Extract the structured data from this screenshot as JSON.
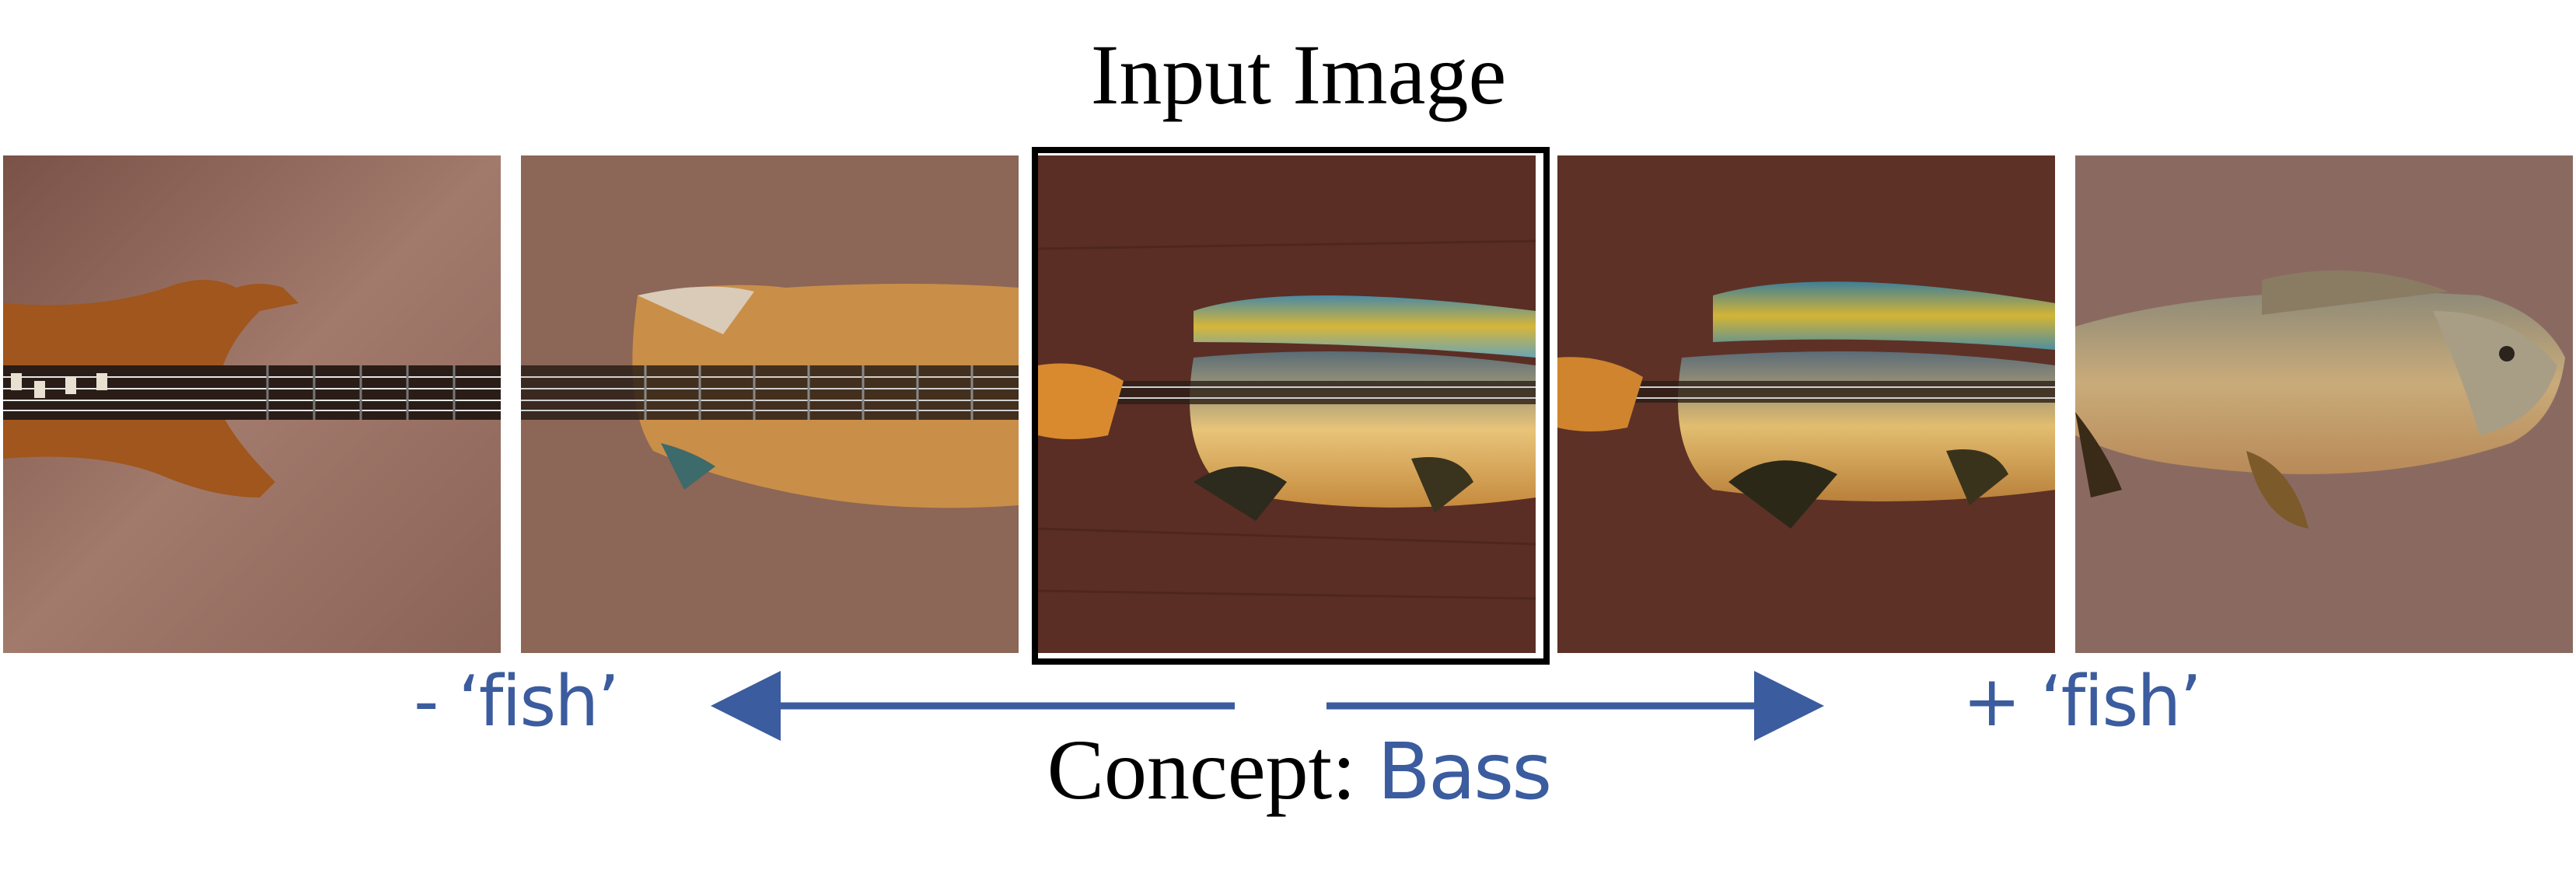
{
  "title": "Input Image",
  "minus_label": "- ‘fish’",
  "plus_label": "+ ‘fish’",
  "concept_prefix": "Concept:",
  "concept_word": "Bass",
  "images": [
    {
      "name": "guitar"
    },
    {
      "name": "guitar-with-fish-texture"
    },
    {
      "name": "input-fish-guitar"
    },
    {
      "name": "fish-guitar"
    },
    {
      "name": "bass-fish"
    }
  ],
  "colors": {
    "accent": "#3b5c9e",
    "background_brown": "#8b5a4a",
    "frame": "#000000"
  }
}
